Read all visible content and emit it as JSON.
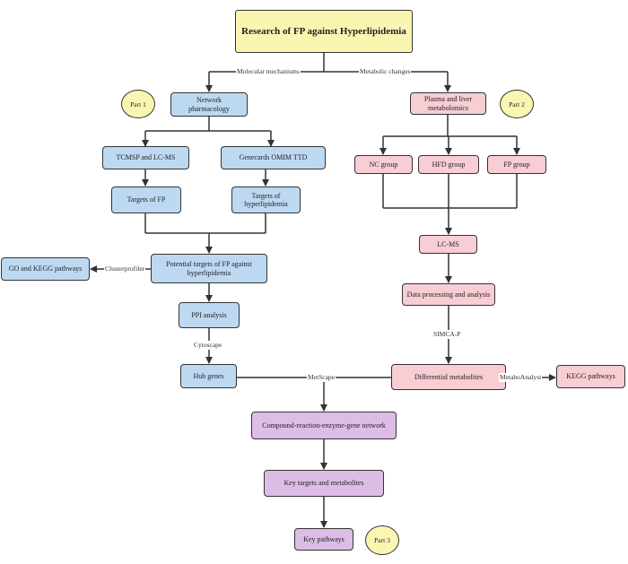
{
  "title": "Research of FP against Hyperlipidemia",
  "branch_labels": {
    "left": "Molecular mechanisms",
    "right": "Metabolic changes"
  },
  "parts": {
    "part1": "Part 1",
    "part2": "Part 2",
    "part3": "Part 3"
  },
  "left": {
    "network_pharmacology": "Network\npharmacology",
    "tcmsp": "TCMSP and LC-MS",
    "genecards": "Genecards OMIM TTD",
    "targets_fp": "Targets of FP",
    "targets_hyper": "Targets of\nhyperlipidemia",
    "potential": "Potential targets of FP against\nhyperlipidemia",
    "go_kegg": "GO and KEGG pathways",
    "clusterprofiler": "Clusterprofiler",
    "ppi": "PPI analysis",
    "cytoscape": "Cytoscape",
    "hub_genes": "Hub genes"
  },
  "right": {
    "plasma_liver": "Plasma and liver\nmetabolomics",
    "nc_group": "NC group",
    "hfd_group": "HFD group",
    "fp_group": "FP  group",
    "lcms": "LC-MS",
    "data_processing": "Data processing and analysis",
    "simca": "SIMCA-P",
    "differential": "Differential metabolites",
    "metaboanalyst": "MetaboAnalyst",
    "kegg": "KEGG pathways"
  },
  "bottom": {
    "metscape": "MetScape",
    "compound_network": "Compound-reaction-enzyme-gene network",
    "key_targets": "Key targets and metabolites",
    "key_pathways": "Key pathways"
  },
  "colors": {
    "title_fill": "#fbf5b2",
    "blue_fill": "#bdd9f2",
    "pink_fill": "#f9cdd4",
    "purple_fill": "#ddbde6",
    "line": "#333333"
  }
}
